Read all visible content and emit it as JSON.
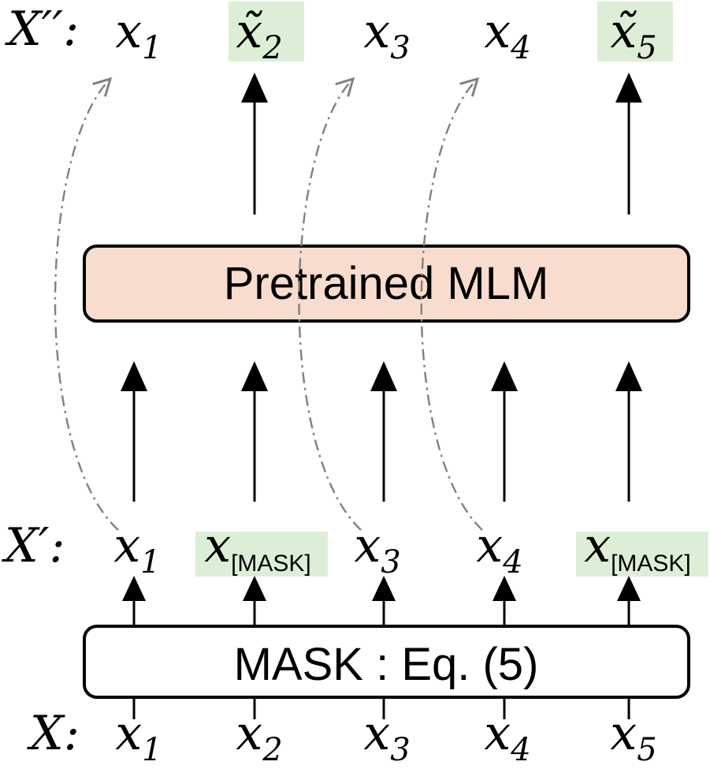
{
  "colors": {
    "mlm_fill": "#f8dccd",
    "mask_fill": "#ffffff",
    "highlight": "#dcefd6",
    "arrow": "#000000",
    "skip_arrow": "#808080"
  },
  "rows": {
    "output": {
      "label": "X′′:",
      "tokens": [
        {
          "base": "x",
          "sub": "1",
          "tilde": false,
          "highlight": false
        },
        {
          "base": "x",
          "sub": "2",
          "tilde": true,
          "highlight": true
        },
        {
          "base": "x",
          "sub": "3",
          "tilde": false,
          "highlight": false
        },
        {
          "base": "x",
          "sub": "4",
          "tilde": false,
          "highlight": false
        },
        {
          "base": "x",
          "sub": "5",
          "tilde": true,
          "highlight": true
        }
      ]
    },
    "masked": {
      "label": "X′:",
      "tokens": [
        {
          "base": "x",
          "sub": "1",
          "highlight": false,
          "sub_style": "math"
        },
        {
          "base": "x",
          "sub": "[MASK]",
          "highlight": true,
          "sub_style": "sans"
        },
        {
          "base": "x",
          "sub": "3",
          "highlight": false,
          "sub_style": "math"
        },
        {
          "base": "x",
          "sub": "4",
          "highlight": false,
          "sub_style": "math"
        },
        {
          "base": "x",
          "sub": "[MASK]",
          "highlight": true,
          "sub_style": "sans"
        }
      ]
    },
    "input": {
      "label": "X:",
      "tokens": [
        {
          "base": "x",
          "sub": "1"
        },
        {
          "base": "x",
          "sub": "2"
        },
        {
          "base": "x",
          "sub": "3"
        },
        {
          "base": "x",
          "sub": "4"
        },
        {
          "base": "x",
          "sub": "5"
        }
      ]
    }
  },
  "boxes": {
    "mlm": {
      "label": "Pretrained MLM"
    },
    "mask": {
      "label": "MASK : Eq. (5)"
    }
  },
  "passthrough": [
    0,
    2,
    3
  ],
  "predicted": [
    1,
    4
  ]
}
